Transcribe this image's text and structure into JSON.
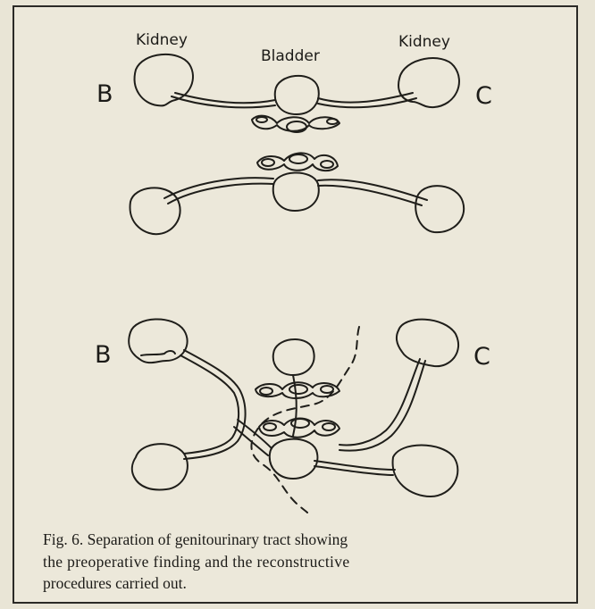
{
  "labels": {
    "kidney_left": "Kidney",
    "kidney_right": "Kidney",
    "bladder": "Bladder",
    "top_left_letter": "B",
    "top_right_letter": "C",
    "bottom_left_letter": "B",
    "bottom_right_letter": "C"
  },
  "caption": {
    "line1": "Fig. 6.  Separation of genitourinary tract showing",
    "line2": "the  preoperative  finding  and  the  reconstructive",
    "line3": "procedures carried out."
  }
}
